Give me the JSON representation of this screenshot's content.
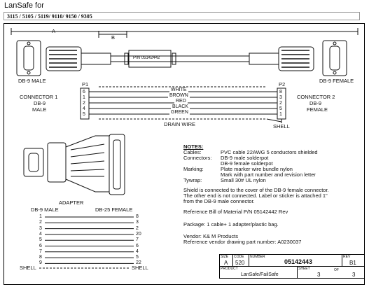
{
  "header": {
    "title": "LanSafe for",
    "subtitle": "3115 / 5105 / 5119/ 9110/ 9150 / 9305"
  },
  "drawing": {
    "dim_a": "A",
    "dim_b": "B",
    "part_label": "P/N 05142442",
    "db9_male": "DB-9 MALE",
    "db9_female": "DB-9 FEMALE",
    "p1": "P1",
    "p2": "P2",
    "connector1": [
      "CONNECTOR 1",
      "DB-9",
      "MALE"
    ],
    "connector2": [
      "CONNECTOR 2",
      "DB-9",
      "FEMALE"
    ],
    "p1_pins": [
      "6",
      "1",
      "2",
      "4",
      "5"
    ],
    "p2_pins": [
      "8",
      "3",
      "2",
      "5",
      "1"
    ],
    "wire_colors": [
      "WHITE",
      "BROWN",
      "RED",
      "BLACK",
      "GREEN"
    ],
    "drain_wire": "DRAIN WIRE",
    "shell": "SHELL",
    "adapter": {
      "title": "ADAPTER",
      "left_header": "DB-9 MALE",
      "right_header": "DB-25 FEMALE",
      "left_pins": [
        "1",
        "2",
        "3",
        "4",
        "5",
        "6",
        "7",
        "8",
        "9"
      ],
      "right_pins": [
        "8",
        "3",
        "2",
        "20",
        "7",
        "6",
        "4",
        "5",
        "22"
      ],
      "shell_left": "SHELL",
      "shell_right": "SHELL"
    }
  },
  "notes": {
    "heading": "NOTES:",
    "cables_label": "Cables:",
    "cables_value": "PVC cable 22AWG 5 conductors shielded",
    "connectors_label": "Connectors:",
    "connectors_values": [
      "DB-9 male solderpot",
      "DB-9 female solderpot"
    ],
    "marking_label": "Marking:",
    "marking_values": [
      "Plate marker wire bundle nylon",
      "Mark with part number and revision letter"
    ],
    "tywrap_label": "Tywrap:",
    "tywrap_value": "Small 30# UL nylon",
    "shield": [
      "Shield is connected to the cover of the DB-9 female connector.",
      "The other end is not connected.  Label or sticker is attached 1\"",
      "from the DB-9 male connector."
    ],
    "reference": "Reference Bill of Material P/N 05142442 Rev",
    "package": "Package: 1 cable+ 1 adapter/plastic bag.",
    "vendor": "Vendor: K& M Products",
    "vendor_drawing": "Reference vendor drawing part number: A0230037"
  },
  "title_block": {
    "size_label": "SIZE",
    "size": "A",
    "code_label": "CODE",
    "code": "520",
    "number_label": "NUMBER",
    "number": "05142443",
    "rev_label": "REV",
    "rev": "B1",
    "product_label": "PRODUCT",
    "product": "LanSafe/FailSafe",
    "sheet_label": "SHEET",
    "sheet": "3",
    "of": "OF",
    "total": "3"
  }
}
